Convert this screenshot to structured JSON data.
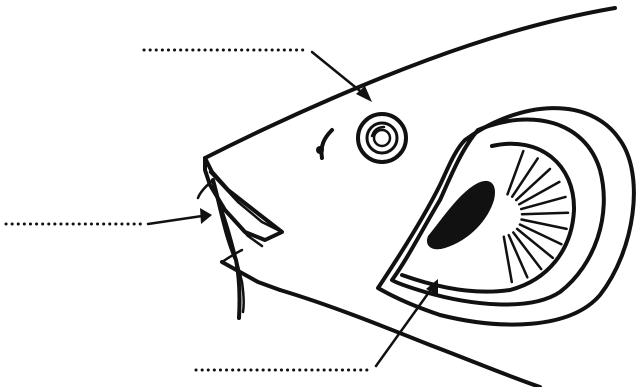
{
  "diagram": {
    "subject": "fish-head",
    "labels": [
      {
        "id": "eye-label",
        "text": ""
      },
      {
        "id": "barbel-label",
        "text": ""
      },
      {
        "id": "gill-label",
        "text": ""
      }
    ],
    "colors": {
      "line": "#111111",
      "background": "#ffffff",
      "fill_dark": "#111111"
    }
  }
}
